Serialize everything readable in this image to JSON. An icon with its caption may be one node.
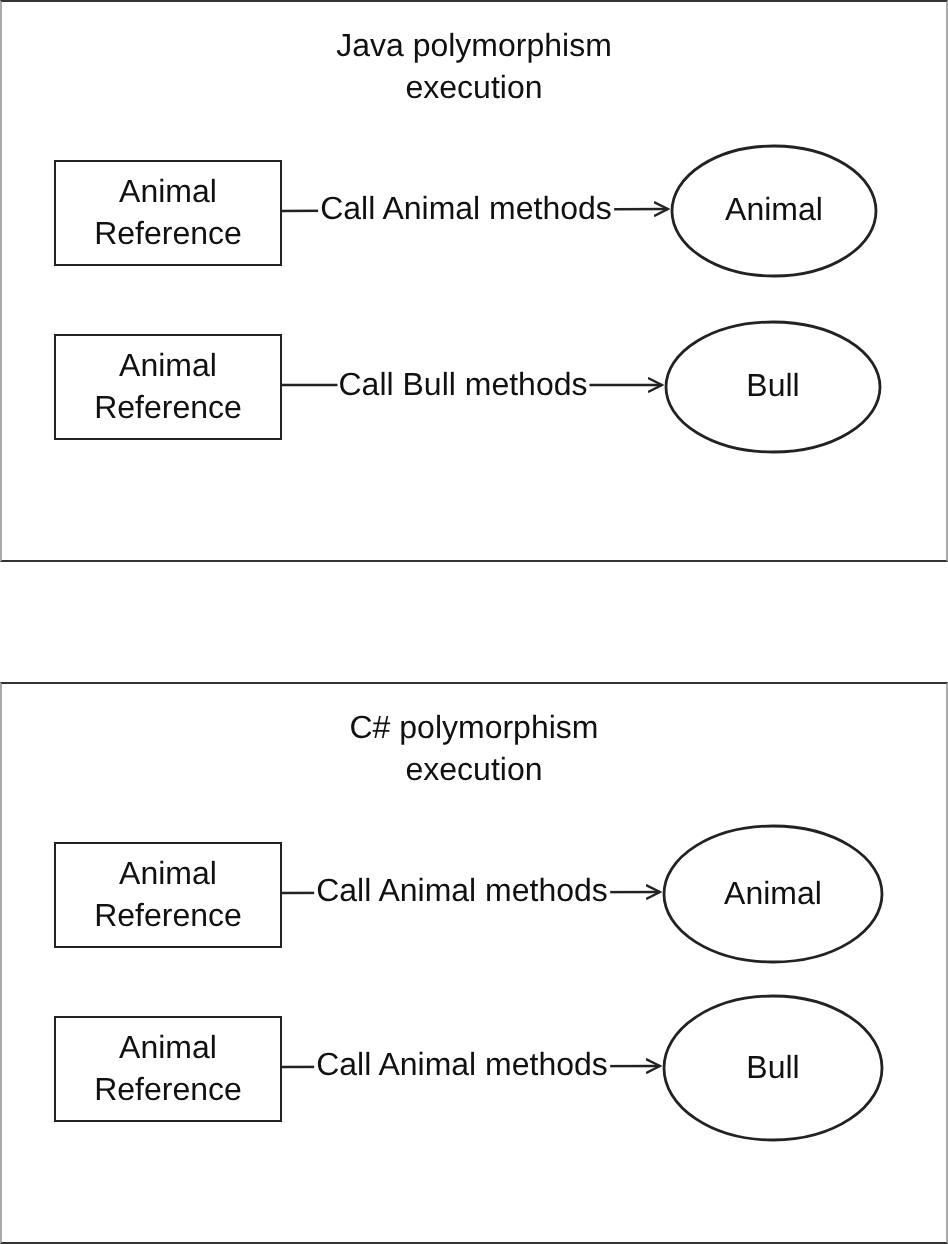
{
  "diagram": {
    "nodes": [
      {
        "text": [
          "Java polymorphism execution"
        ]
      },
      {
        "text": [
          "Animal Reference"
        ],
        "in": 0
      },
      {
        "text": [
          "Animal"
        ],
        "in": 0
      },
      {
        "text": [
          "Animal Reference"
        ],
        "in": 0
      },
      {
        "text": [
          "Bull"
        ],
        "in": 0
      },
      {
        "text": [
          "C# polymorphism execution"
        ]
      },
      {
        "text": [
          "Animal Reference"
        ],
        "in": 5
      },
      {
        "text": [
          "Animal"
        ],
        "in": 5
      },
      {
        "text": [
          "Animal Reference"
        ],
        "in": 5
      },
      {
        "text": [
          "Bull"
        ],
        "in": 5
      }
    ],
    "edges": [
      {
        "from": 1,
        "to": 2,
        "arrow": "to",
        "label": "Call Animal methods"
      },
      {
        "from": 3,
        "to": 4,
        "arrow": "to",
        "label": "Call Bull methods"
      },
      {
        "from": 6,
        "to": 7,
        "arrow": "to",
        "label": "Call Animal methods"
      },
      {
        "from": 8,
        "to": 9,
        "arrow": "to",
        "label": "Call Animal methods"
      }
    ]
  }
}
